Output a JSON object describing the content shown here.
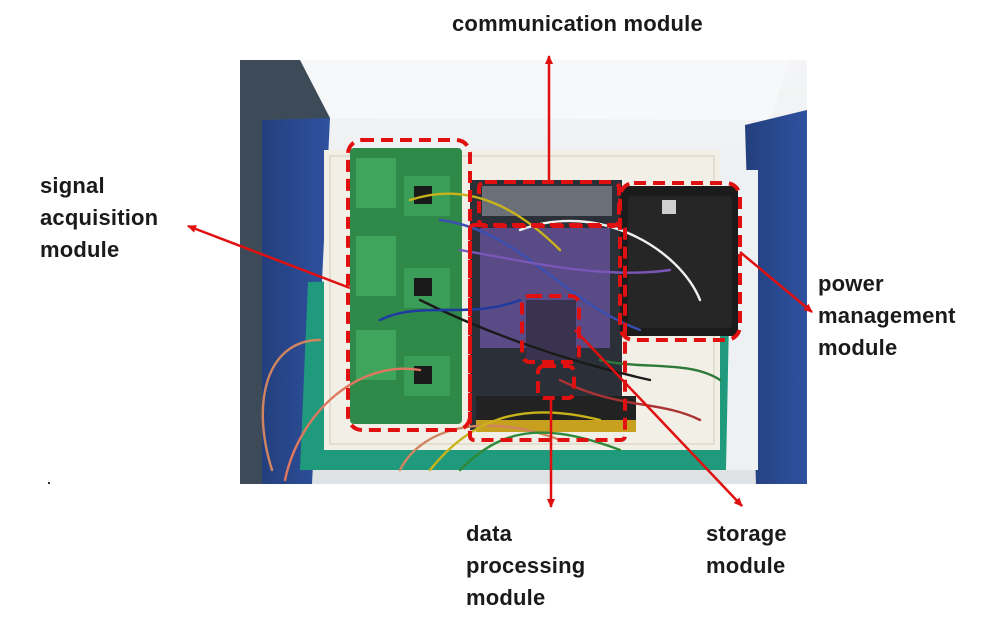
{
  "labels": {
    "communication": [
      "communication module"
    ],
    "signal": [
      "signal",
      "acquisition",
      "module"
    ],
    "power": [
      "power",
      "management",
      "module"
    ],
    "data_processing": [
      "data",
      "processing",
      "module"
    ],
    "storage": [
      "storage",
      "module"
    ]
  },
  "colors": {
    "annotation_red": "#e01010",
    "pcb_green": "#2f8a4a",
    "board_blue": "#1d3f8a",
    "box_white": "#eef0f2",
    "battery_black": "#1b1b1b"
  }
}
